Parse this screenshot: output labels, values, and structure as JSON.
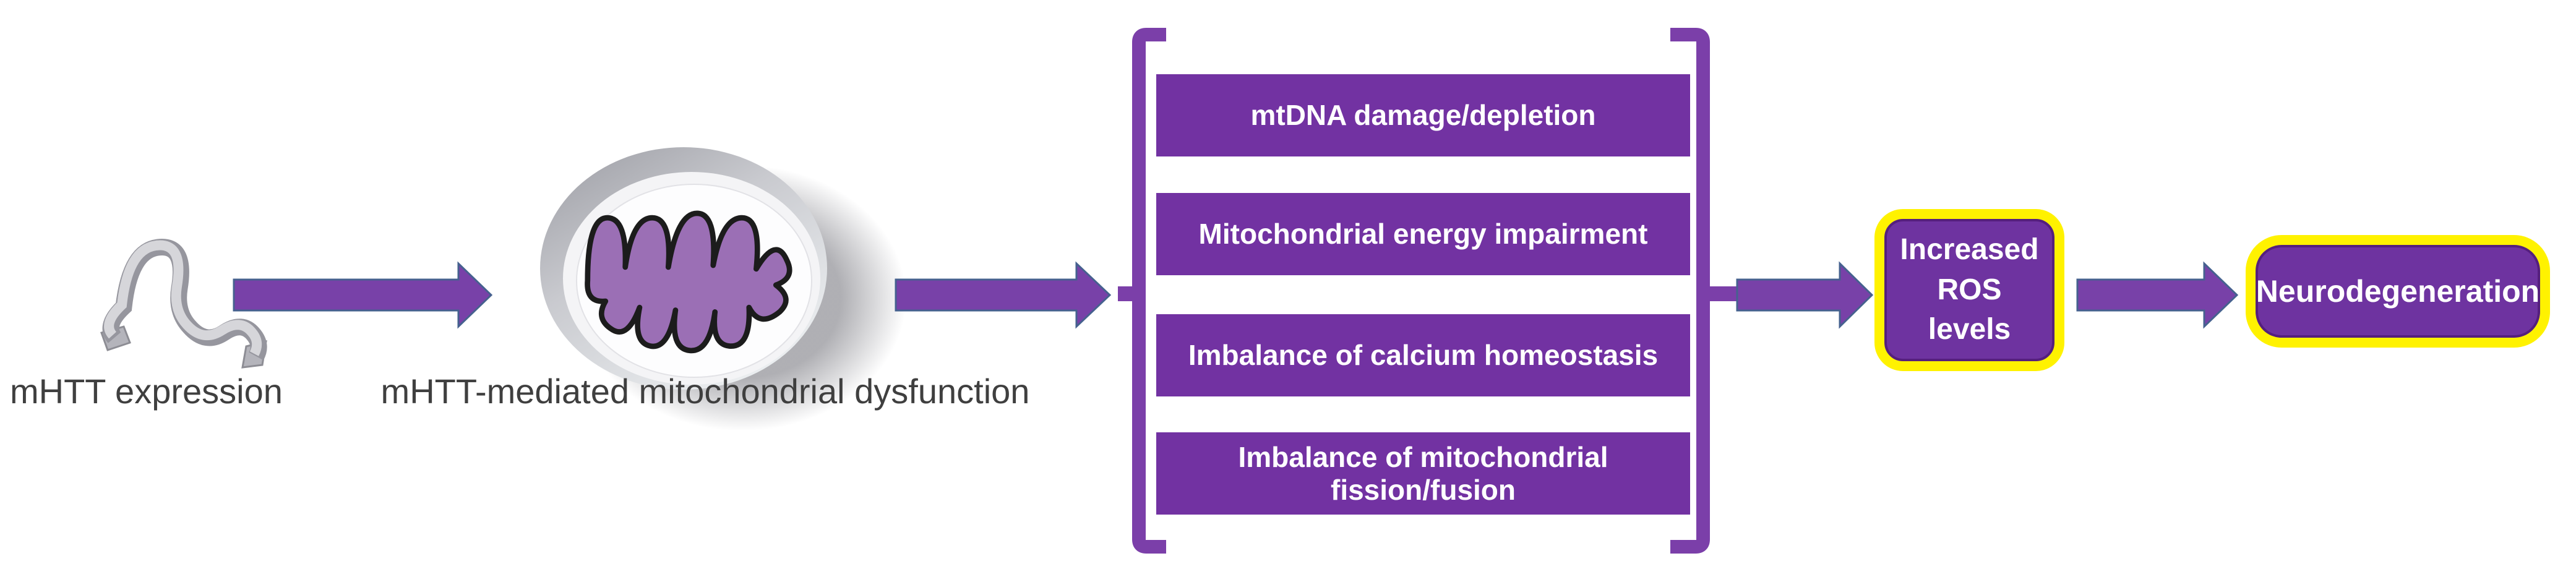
{
  "diagram": {
    "colors": {
      "node_purple": "#7232A2",
      "arrow_fill": "#7841A8",
      "arrow_outline": "#46618F",
      "bracket_purple": "#7B3FA9",
      "highlight_yellow": "#FFF200",
      "caption_text": "#3F3F3F",
      "box_text": "#FFFFFF",
      "cristae_purple": "#9B6FB5",
      "ribbon_gray": "#C9C9CE"
    },
    "nodes": {
      "mhtt_expression": {
        "caption": "mHTT expression",
        "icon": "protein-ribbon-icon"
      },
      "mito_dysfunction": {
        "caption": "mHTT-mediated mitochondrial dysfunction",
        "icon": "mitochondrion-icon"
      },
      "effects": {
        "items": [
          "mtDNA damage/depletion",
          "Mitochondrial energy impairment",
          "Imbalance of calcium homeostasis",
          "Imbalance of mitochondrial fission/fusion"
        ]
      },
      "increased_ros": {
        "label": "Increased ROS levels"
      },
      "neurodegeneration": {
        "label": "Neurodegeneration"
      }
    }
  }
}
